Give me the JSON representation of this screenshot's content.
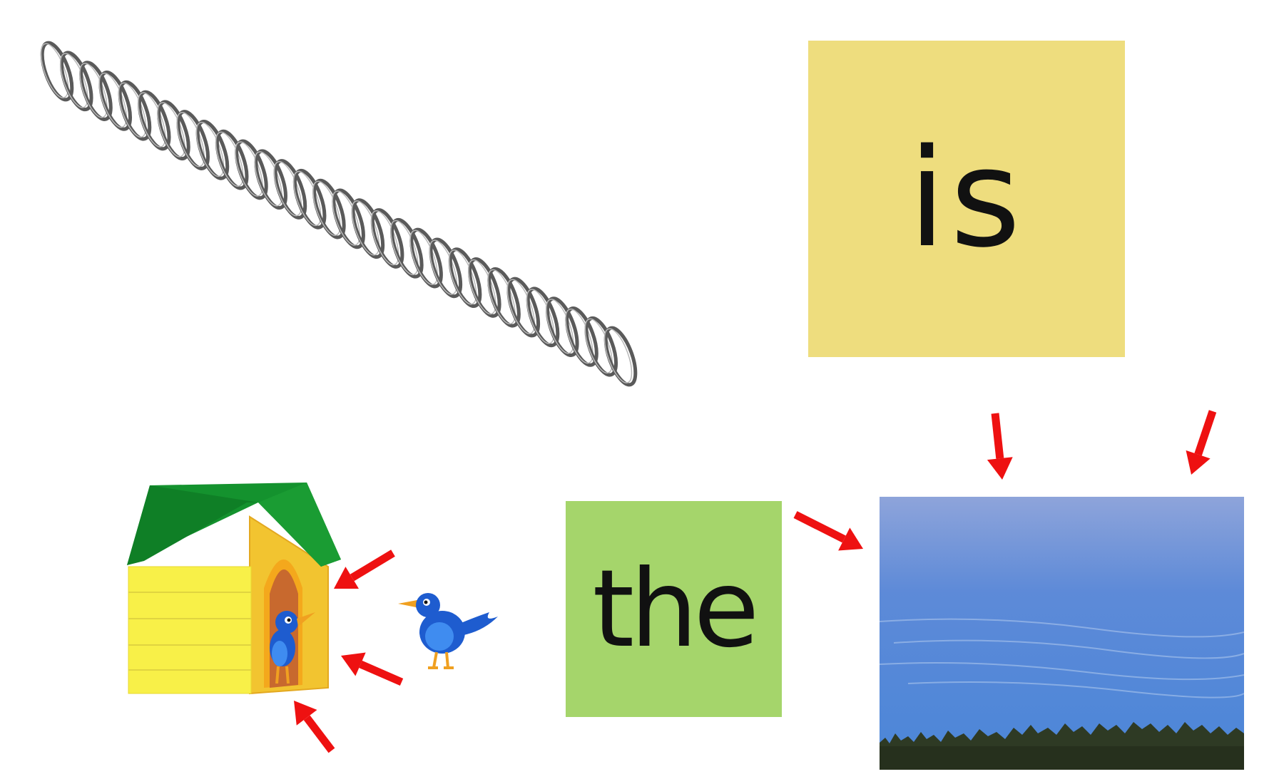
{
  "cards": {
    "is": {
      "word": "is",
      "color": "#eedd7e"
    },
    "the": {
      "word": "the",
      "color": "#a5d56b"
    }
  },
  "pictures": {
    "spring": {
      "icon": "coil-spring-icon"
    },
    "birdhouse": {
      "icon": "birdhouse-with-bird-icon"
    },
    "bird": {
      "icon": "blue-bird-icon"
    },
    "sky": {
      "icon": "sky-photo"
    }
  },
  "colors": {
    "arrow": "#ee1111",
    "house_wall": "#f8f048",
    "house_roof": "#14922e",
    "bird_blue": "#1e5ccf",
    "beak_orange": "#f0a020"
  }
}
